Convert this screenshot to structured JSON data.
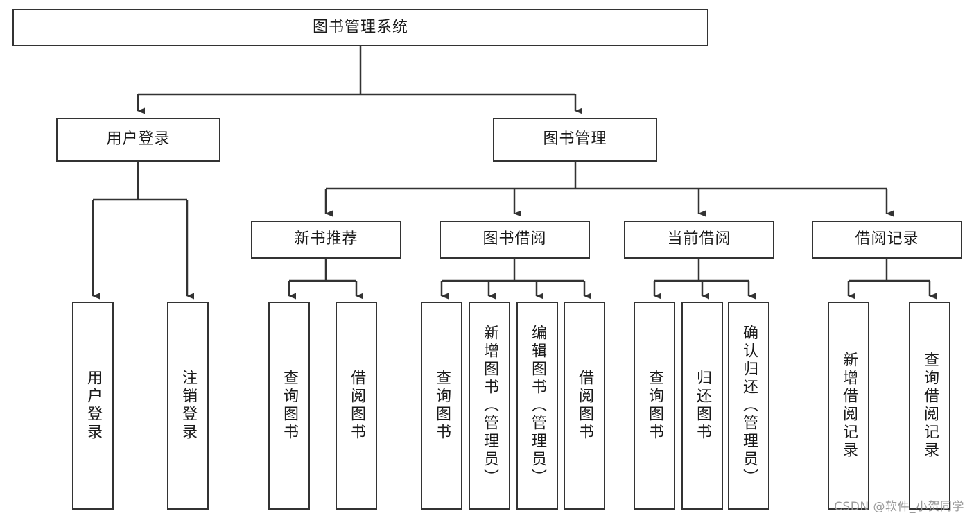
{
  "diagram": {
    "title": "图书管理系统",
    "type": "tree-hierarchy",
    "root": {
      "id": "root",
      "label": "图书管理系统"
    },
    "level2": [
      {
        "id": "user-login",
        "label": "用户登录"
      },
      {
        "id": "book-management",
        "label": "图书管理"
      }
    ],
    "level3": [
      {
        "id": "new-book-recommend",
        "label": "新书推荐",
        "parent": "book-management"
      },
      {
        "id": "book-borrow",
        "label": "图书借阅",
        "parent": "book-management"
      },
      {
        "id": "current-borrow",
        "label": "当前借阅",
        "parent": "book-management"
      },
      {
        "id": "borrow-record",
        "label": "借阅记录",
        "parent": "book-management"
      }
    ],
    "leaves": [
      {
        "id": "leaf-user-login",
        "label": "用户登录",
        "parent": "user-login"
      },
      {
        "id": "leaf-logout",
        "label": "注销登录",
        "parent": "user-login"
      },
      {
        "id": "leaf-query-book-1",
        "label": "查询图书",
        "parent": "new-book-recommend"
      },
      {
        "id": "leaf-borrow-book-1",
        "label": "借阅图书",
        "parent": "new-book-recommend"
      },
      {
        "id": "leaf-query-book-2",
        "label": "查询图书",
        "parent": "book-borrow"
      },
      {
        "id": "leaf-add-book",
        "label": "新增图书（管理员）",
        "parent": "book-borrow"
      },
      {
        "id": "leaf-edit-book",
        "label": "编辑图书（管理员）",
        "parent": "book-borrow"
      },
      {
        "id": "leaf-borrow-book-2",
        "label": "借阅图书",
        "parent": "book-borrow"
      },
      {
        "id": "leaf-query-book-3",
        "label": "查询图书",
        "parent": "current-borrow"
      },
      {
        "id": "leaf-return-book",
        "label": "归还图书",
        "parent": "current-borrow"
      },
      {
        "id": "leaf-confirm-return",
        "label": "确认归还（管理员）",
        "parent": "current-borrow"
      },
      {
        "id": "leaf-add-record",
        "label": "新增借阅记录",
        "parent": "borrow-record"
      },
      {
        "id": "leaf-query-record",
        "label": "查询借阅记录",
        "parent": "borrow-record"
      }
    ],
    "watermark": "CSDN @软件_小贺同学",
    "colors": {
      "stroke": "#333333",
      "background": "#ffffff",
      "text": "#1a1a1a",
      "watermark": "#9a9a9a"
    }
  }
}
